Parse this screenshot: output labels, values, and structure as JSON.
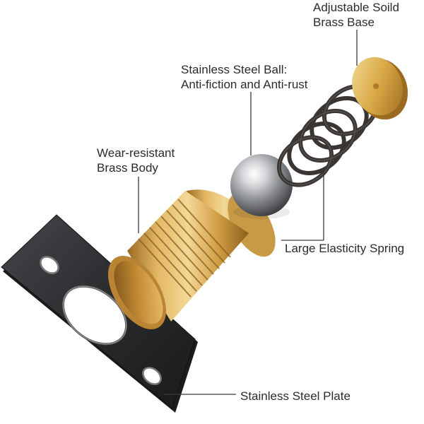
{
  "labels": {
    "base": {
      "line1": "Adjustable Soild",
      "line2": "Brass Base"
    },
    "ball": {
      "line1": "Stainless Steel Ball:",
      "line2": "Anti-fiction and Anti-rust"
    },
    "body": {
      "line1": "Wear-resistant",
      "line2": "Brass Body"
    },
    "spring": {
      "line1": "Large Elasticity Spring"
    },
    "plate": {
      "line1": "Stainless Steel Plate"
    }
  },
  "colors": {
    "brass": "#d7a84a",
    "brass_dark": "#8a5f1c",
    "steel_ball": "#9fa2a5",
    "spring": "#3a3533",
    "plate": "#2a2b2d",
    "leader": "#3a3a3a"
  }
}
